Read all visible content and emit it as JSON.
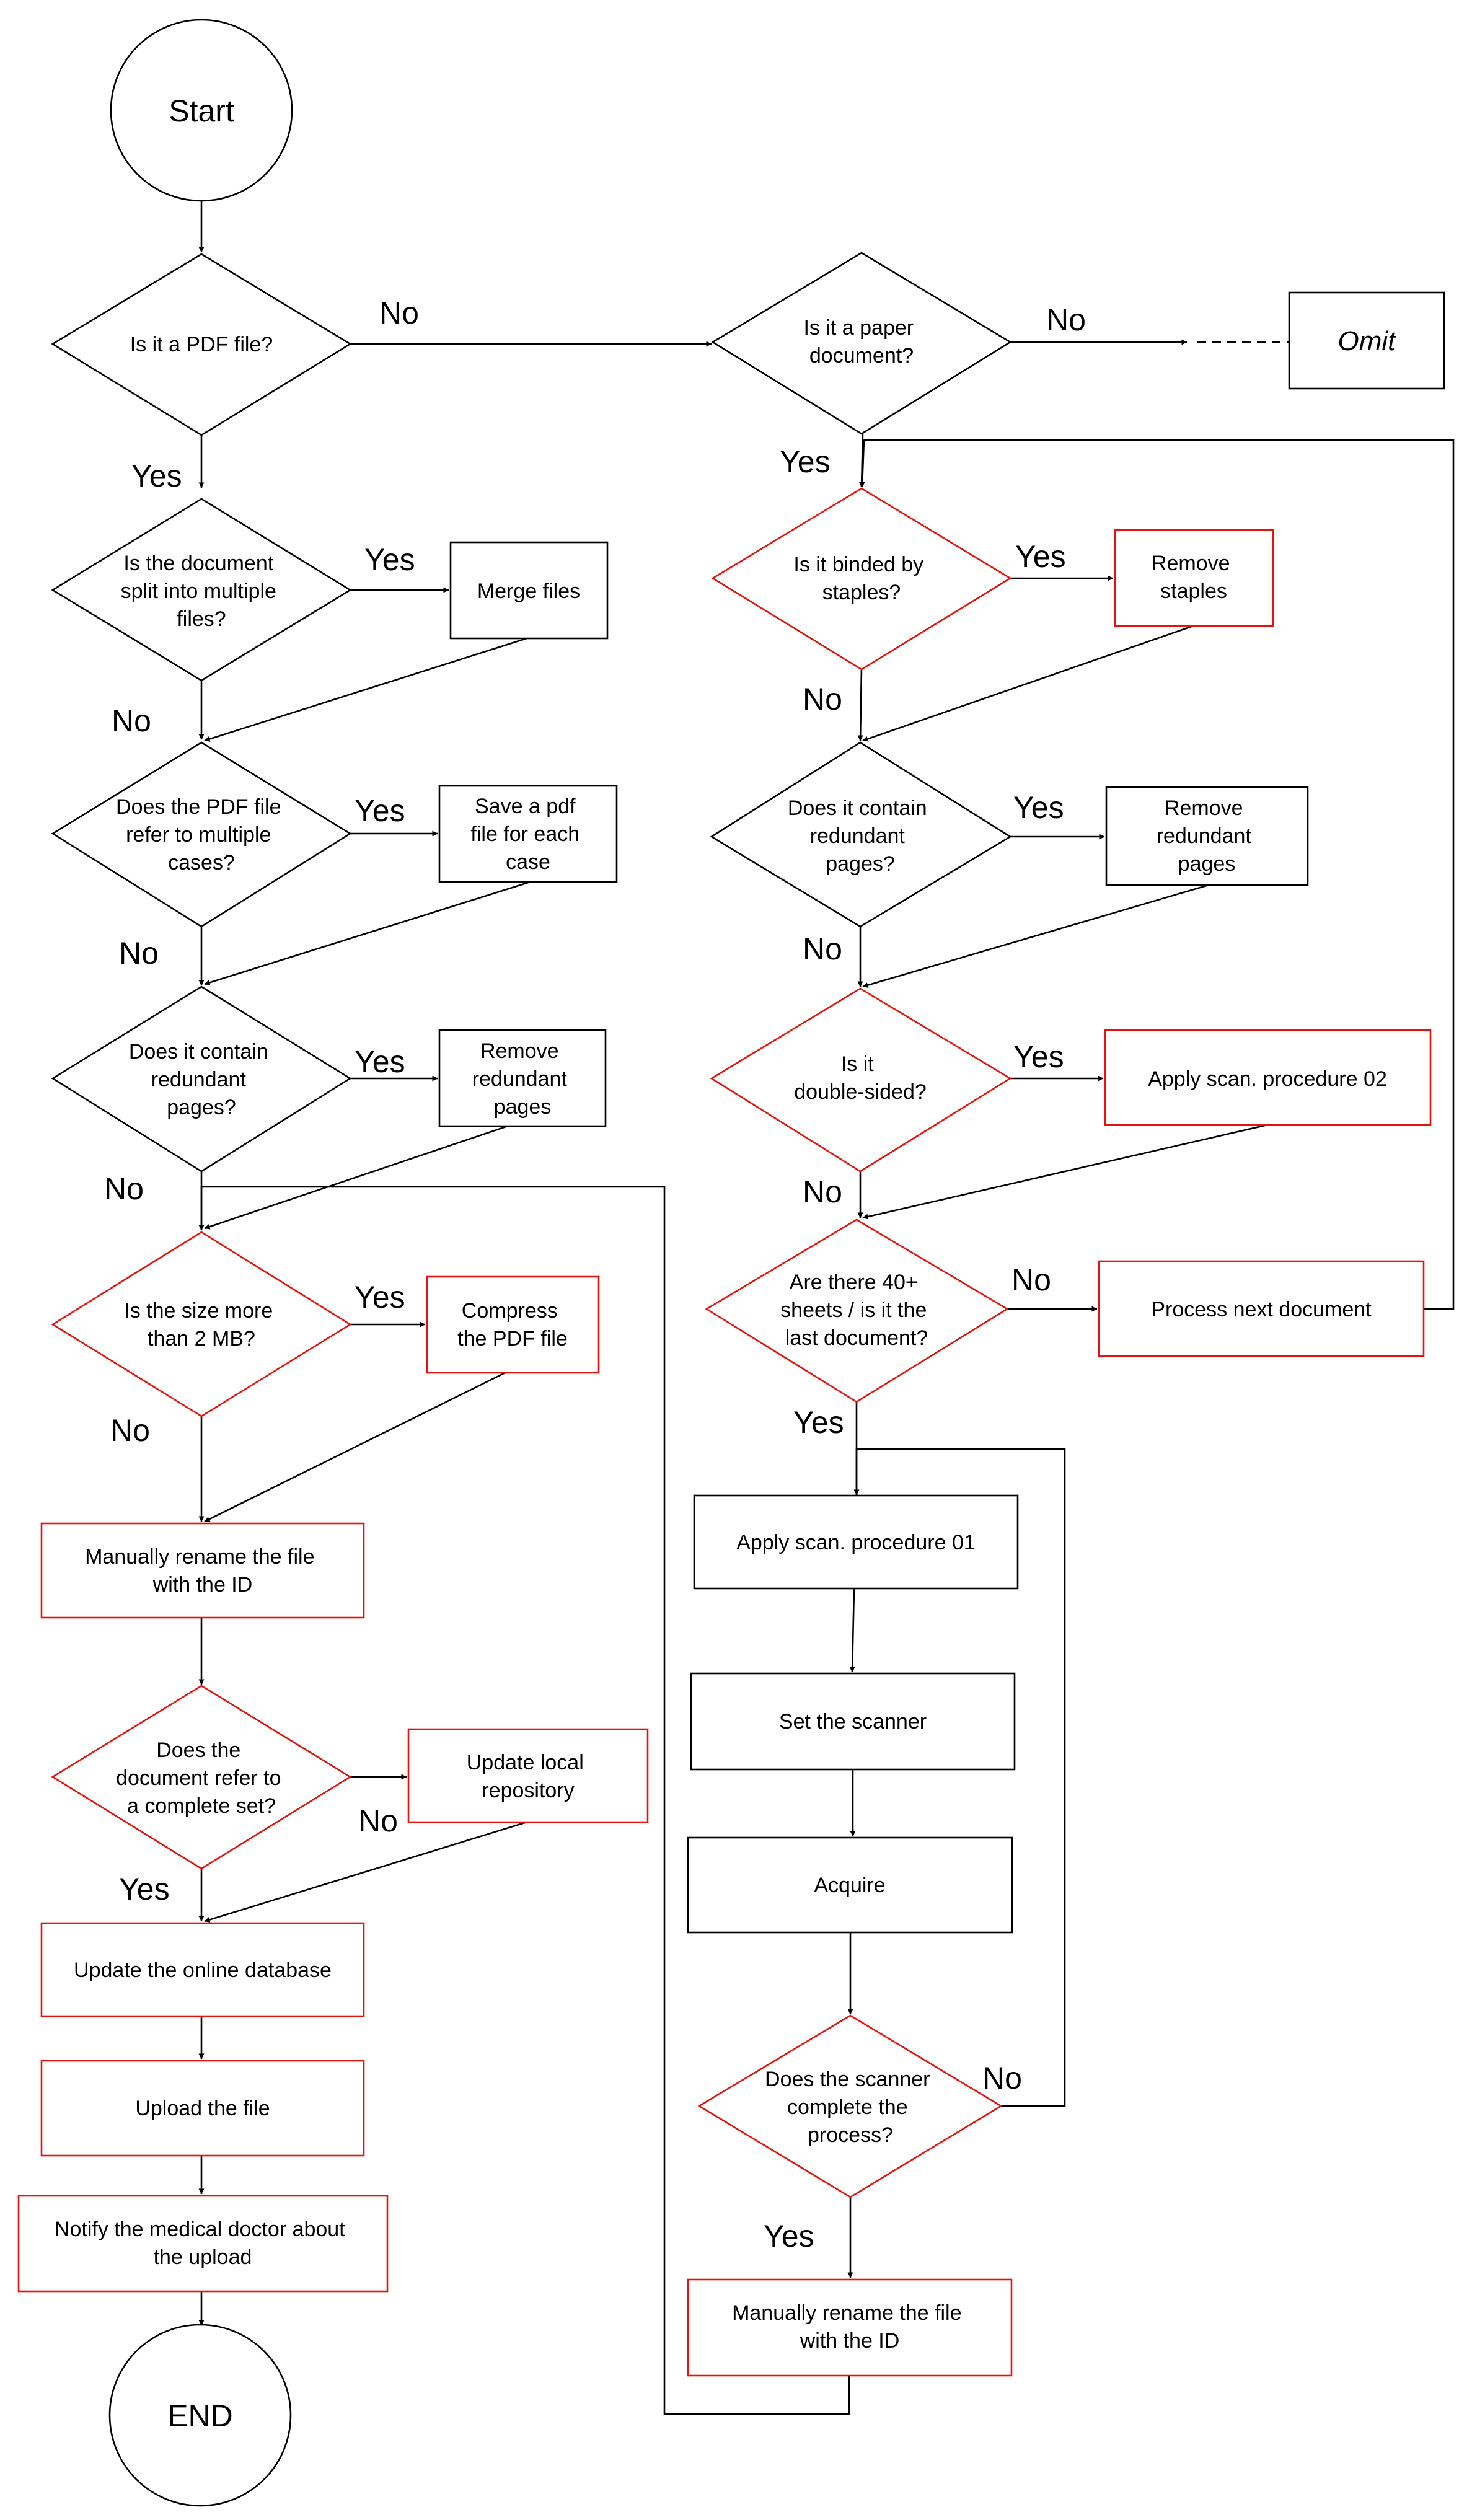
{
  "colors": {
    "black_outline": "#000000",
    "red_outline": "#e8110b",
    "edge": "#000000",
    "background": "#ffffff"
  },
  "nodes": {
    "start": "Start",
    "end": "END",
    "q_pdf": "Is it a PDF file?",
    "q_paper": [
      "Is it a paper",
      "document?"
    ],
    "omit": "Omit",
    "q_split": [
      "Is the document",
      "split into multiple",
      "files?"
    ],
    "merge": "Merge files",
    "q_multi_cases": [
      "Does the PDF file",
      "refer to multiple",
      "cases?"
    ],
    "save_each": [
      "Save a pdf",
      "file for each",
      "case"
    ],
    "q_redundant_left": [
      "Does it contain",
      "redundant",
      "pages?"
    ],
    "remove_redundant_left": [
      "Remove",
      "redundant",
      "pages"
    ],
    "q_size": [
      "Is the size more",
      "than 2 MB?"
    ],
    "compress": [
      "Compress",
      "the PDF file"
    ],
    "rename_left": [
      "Manually rename the file",
      "with the ID"
    ],
    "q_complete_set": [
      "Does the",
      "document refer to",
      "a complete set?"
    ],
    "update_local": [
      "Update local",
      "repository"
    ],
    "update_online": "Update the online database",
    "upload": "Upload the file",
    "notify": [
      "Notify the medical doctor about",
      "the upload"
    ],
    "q_staples": [
      "Is it binded by",
      "staples?"
    ],
    "remove_staples": [
      "Remove",
      "staples"
    ],
    "q_redundant_right": [
      "Does it contain",
      "redundant",
      "pages?"
    ],
    "remove_redundant_right": [
      "Remove",
      "redundant",
      "pages"
    ],
    "q_double": [
      "Is it",
      "double-sided?"
    ],
    "apply02": "Apply scan. procedure 02",
    "q_40": [
      "Are there 40+",
      "sheets / is it the",
      "last document?"
    ],
    "next_doc": "Process next document",
    "apply01": "Apply scan. procedure 01",
    "set_scanner": "Set the scanner",
    "acquire": "Acquire",
    "q_scanner_done": [
      "Does the scanner",
      "complete the",
      "process?"
    ],
    "rename_right": [
      "Manually rename the file",
      "with the ID"
    ]
  },
  "edge_labels": {
    "pdf_no": "No",
    "pdf_yes": "Yes",
    "paper_no": "No",
    "paper_yes": "Yes",
    "split_yes": "Yes",
    "split_no": "No",
    "multi_yes": "Yes",
    "multi_no": "No",
    "redl_yes": "Yes",
    "redl_no": "No",
    "size_yes": "Yes",
    "size_no": "No",
    "complete_no": "No",
    "complete_yes": "Yes",
    "staples_yes": "Yes",
    "staples_no": "No",
    "redr_yes": "Yes",
    "redr_no": "No",
    "double_yes": "Yes",
    "double_no": "No",
    "forty_no": "No",
    "forty_yes": "Yes",
    "scanner_no": "No",
    "scanner_yes": "Yes"
  }
}
